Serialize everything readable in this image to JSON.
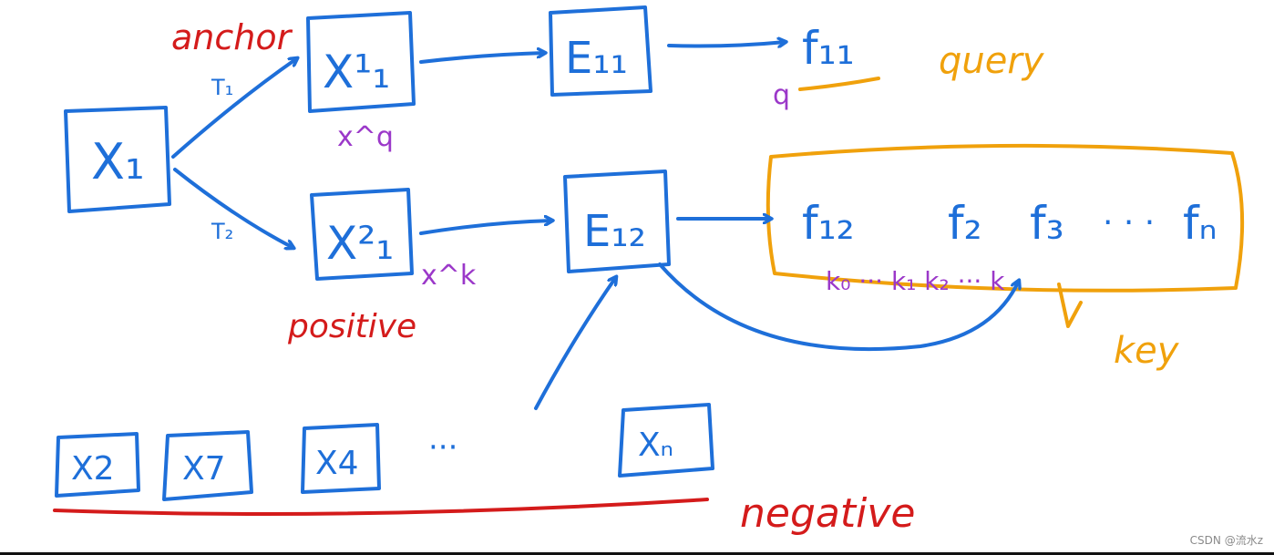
{
  "diagram": {
    "nodes": {
      "x1": "X₁",
      "x1_aug1": "X¹₁",
      "x1_aug2": "X²₁",
      "enc1": "E₁₁",
      "enc2": "E₁₂",
      "f11": "f₁₁",
      "f12": "f₁₂",
      "f2": "f₂",
      "f3": "f₃",
      "dots_f": "· · ·",
      "fn": "fₙ"
    },
    "labels": {
      "anchor": "anchor",
      "positive": "positive",
      "negative": "negative",
      "query": "query",
      "key": "key",
      "t1": "T₁",
      "t2": "T₂",
      "q": "q",
      "xq": "x^q",
      "xk": "x^k",
      "keys_row": "k₀ ··· k₁ k₂ ··· k"
    },
    "negatives": [
      "X2",
      "X7",
      "X4",
      "···",
      "Xₙ"
    ],
    "colors": {
      "blue": "#1e6fd9",
      "red": "#d41b1b",
      "orange": "#f0a10c",
      "purple": "#9b38c9"
    }
  },
  "watermark": "CSDN @流水z"
}
